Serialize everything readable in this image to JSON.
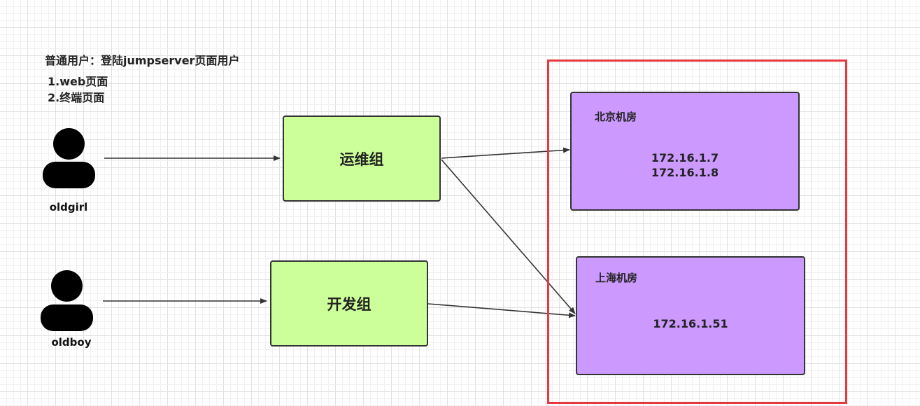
{
  "note": {
    "title": "普通用户：登陆jumpserver页面用户",
    "items": [
      "1.web页面",
      "2.终端页面"
    ]
  },
  "users": [
    {
      "name": "oldgirl"
    },
    {
      "name": "oldboy"
    }
  ],
  "groups": [
    {
      "label": "运维组"
    },
    {
      "label": "开发组"
    }
  ],
  "rooms": [
    {
      "title": "北京机房",
      "ips": [
        "172.16.1.7",
        "172.16.1.8"
      ]
    },
    {
      "title": "上海机房",
      "ips": [
        "172.16.1.51"
      ]
    }
  ],
  "connections": [
    {
      "from": "oldgirl",
      "to": "运维组"
    },
    {
      "from": "oldboy",
      "to": "开发组"
    },
    {
      "from": "运维组",
      "to": "北京机房"
    },
    {
      "from": "运维组",
      "to": "上海机房"
    },
    {
      "from": "开发组",
      "to": "上海机房"
    }
  ],
  "colors": {
    "group_fill": "#ccff99",
    "room_fill": "#cc99ff",
    "frame_border": "#e6393e",
    "stroke": "#333333"
  }
}
